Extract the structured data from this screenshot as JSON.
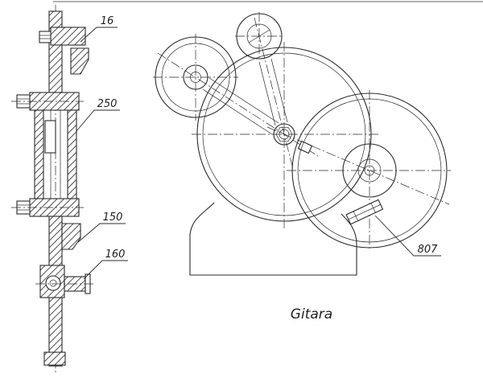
{
  "colors": {
    "ink": "#2b2b2b",
    "paper": "#ffffff"
  },
  "caption": "Gitara",
  "labels": {
    "dim_16": "16",
    "dim_250": "250",
    "dim_150": "150",
    "dim_160": "160",
    "part_807": "807"
  }
}
